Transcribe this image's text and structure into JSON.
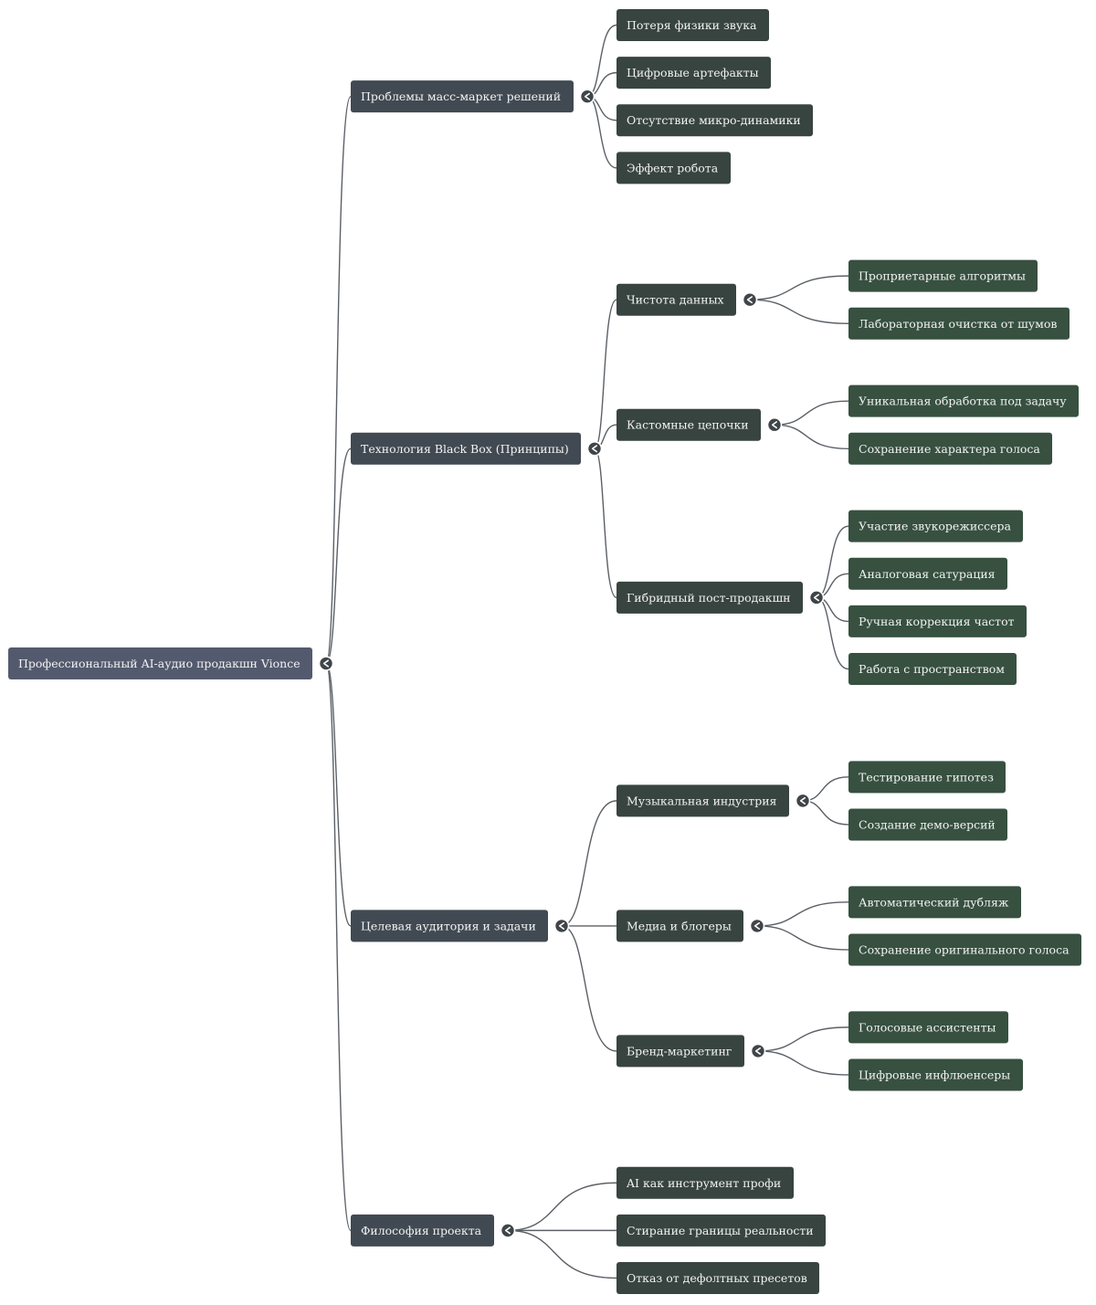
{
  "colors": {
    "root": "#545a6e",
    "level1": "#414a52",
    "level2": "#38443f",
    "level3": "#375040",
    "edge": "#5b6066"
  },
  "toggle_icon": "chevron-left-icon",
  "root": {
    "label": "Профессиональный AI-аудио продакшн Vionce",
    "children": [
      {
        "label": "Проблемы масс-маркет решений",
        "children": [
          {
            "label": "Потеря физики звука"
          },
          {
            "label": "Цифровые артефакты"
          },
          {
            "label": "Отсутствие микро-динамики"
          },
          {
            "label": "Эффект робота"
          }
        ]
      },
      {
        "label": "Технология Black Box (Принципы)",
        "children": [
          {
            "label": "Чистота данных",
            "children": [
              {
                "label": "Проприетарные алгоритмы"
              },
              {
                "label": "Лабораторная очистка от шумов"
              }
            ]
          },
          {
            "label": "Кастомные цепочки",
            "children": [
              {
                "label": "Уникальная обработка под задачу"
              },
              {
                "label": "Сохранение характера голоса"
              }
            ]
          },
          {
            "label": "Гибридный пост-продакшн",
            "children": [
              {
                "label": "Участие звукорежиссера"
              },
              {
                "label": "Аналоговая сатурация"
              },
              {
                "label": "Ручная коррекция частот"
              },
              {
                "label": "Работа с пространством"
              }
            ]
          }
        ]
      },
      {
        "label": "Целевая аудитория и задачи",
        "children": [
          {
            "label": "Музыкальная индустрия",
            "children": [
              {
                "label": "Тестирование гипотез"
              },
              {
                "label": "Создание демо-версий"
              }
            ]
          },
          {
            "label": "Медиа и блогеры",
            "children": [
              {
                "label": "Автоматический дубляж"
              },
              {
                "label": "Сохранение оригинального голоса"
              }
            ]
          },
          {
            "label": "Бренд-маркетинг",
            "children": [
              {
                "label": "Голосовые ассистенты"
              },
              {
                "label": "Цифровые инфлюенсеры"
              }
            ]
          }
        ]
      },
      {
        "label": "Философия проекта",
        "children": [
          {
            "label": "AI как инструмент профи"
          },
          {
            "label": "Стирание границы реальности"
          },
          {
            "label": "Отказ от дефолтных пресетов"
          }
        ]
      }
    ]
  }
}
